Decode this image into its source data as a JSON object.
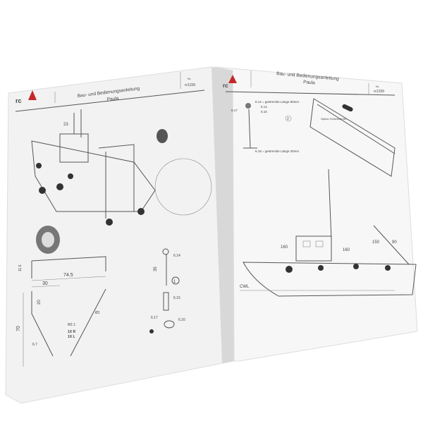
{
  "left_page": {
    "logo": "rc",
    "title": "Bau- und Bedienungsanleitung",
    "subtitle": "Paula",
    "nr_label": "Nr.",
    "nr_value": "rc1159",
    "labels": {
      "dim_74_5": "74.5",
      "dim_30": "30",
      "dim_20": "20",
      "dim_70": "70",
      "dim_11_5": "11.5",
      "dim_35": "35",
      "dia": "Ø1",
      "part_6_7": "6.7",
      "part_6_14": "6.14",
      "part_6_15": "6.15",
      "part_6_16": "6.16",
      "part_6_17": "6.17",
      "scale": "M1:1",
      "qty_r": "1X R",
      "qty_l": "1X L",
      "step": "1",
      "part_23": "23"
    }
  },
  "right_page": {
    "logo": "rc",
    "title": "Bau- und Bedienungsanleitung",
    "subtitle": "Paula",
    "nr_label": "Nr.",
    "nr_value": "rc1159",
    "labels": {
      "note_top": "6.14 = gestreckte Länge 80mm",
      "note_bottom": "6.18 = gestreckte Länge 30mm",
      "part_6_17": "6.17",
      "part_6_14": "6.14",
      "part_6_15": "6.15",
      "step": "2",
      "detail": "Option Scheinwerfer",
      "dim_160a": "160",
      "dim_160b": "160",
      "dim_150": "150",
      "dim_90": "90",
      "cwl": "CWL"
    }
  }
}
